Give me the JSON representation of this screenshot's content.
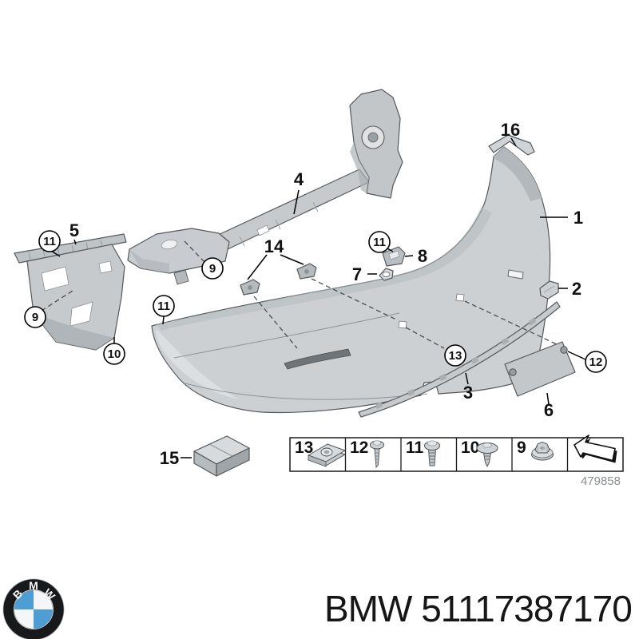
{
  "diagram": {
    "description": "BMW rear bumper trim exploded parts diagram",
    "drawing_number": "479858",
    "callouts": {
      "1": "1",
      "2": "2",
      "3": "3",
      "4": "4",
      "5": "5",
      "6": "6",
      "7": "7",
      "8": "8",
      "9": "9",
      "10": "10",
      "11": "11",
      "12": "12",
      "13": "13",
      "14": "14",
      "15": "15",
      "16": "16"
    },
    "parts_table": {
      "cells": [
        {
          "label": "13",
          "icon": "cage-nut-icon"
        },
        {
          "label": "12",
          "icon": "pan-head-screw-icon"
        },
        {
          "label": "11",
          "icon": "washer-head-screw-icon"
        },
        {
          "label": "10",
          "icon": "expansion-rivet-icon"
        },
        {
          "label": "9",
          "icon": "plastic-nut-icon"
        },
        {
          "label": "",
          "icon": "continue-arrow-icon"
        }
      ]
    }
  },
  "footer": {
    "logo_letters": [
      "B",
      "M",
      "W"
    ],
    "text": "BMW 51117387170",
    "colors": {
      "bmw_blue": "#4e9dd3",
      "roundel_black": "#17191b",
      "white": "#ffffff"
    }
  }
}
